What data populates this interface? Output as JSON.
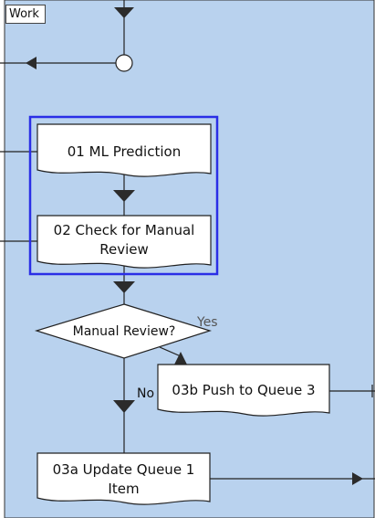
{
  "swimlane": {
    "label": "Work",
    "fill": "#b9d2ee",
    "border": "#333333"
  },
  "selection": {
    "color": "#2a2ee6"
  },
  "nodes": {
    "ml_prediction": {
      "label": "01 ML Prediction"
    },
    "check_manual_review": {
      "label": "02 Check for Manual Review"
    },
    "manual_review_decision": {
      "label": "Manual Review?"
    },
    "push_to_queue_3": {
      "label": "03b Push to Queue 3"
    },
    "update_queue_1_item": {
      "label": "03a Update Queue 1 Item"
    }
  },
  "edge_labels": {
    "yes": "Yes",
    "no": "No"
  },
  "colors": {
    "line": "#222222",
    "arrow": "#2b2b2b",
    "node_fill": "#ffffff"
  }
}
